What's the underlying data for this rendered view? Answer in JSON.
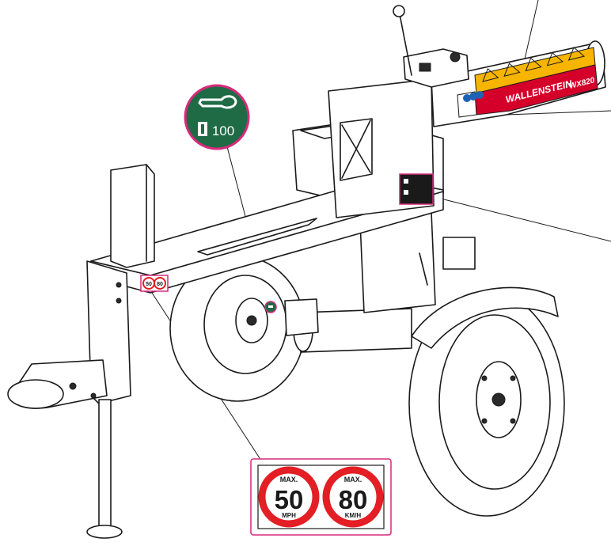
{
  "brand": {
    "name": "WALLENSTEIN",
    "model": "WX820"
  },
  "badge": {
    "label": "100",
    "bg_color": "#1e6b45",
    "ring_color": "#d62a7a",
    "icon": "hitch-ball-icon",
    "sub_icon": "bolt-torque-icon"
  },
  "speed_decal": {
    "signs": [
      {
        "top": "MAX.",
        "value": "50",
        "unit": "MPH"
      },
      {
        "top": "MAX.",
        "value": "80",
        "unit": "KM/H"
      }
    ],
    "small_values": [
      "50",
      "80"
    ],
    "ring_color": "#e31e24",
    "frame_color": "#d62a7a"
  },
  "cylinder_decal": {
    "warning_color": "#f7b500",
    "stripe_color": "#d4002a",
    "pictograms": [
      "read-manual-icon",
      "eye-protection-icon",
      "gloves-icon"
    ]
  },
  "colors": {
    "callout_line": "#1a1a1a",
    "highlight": "#d62a7a"
  }
}
